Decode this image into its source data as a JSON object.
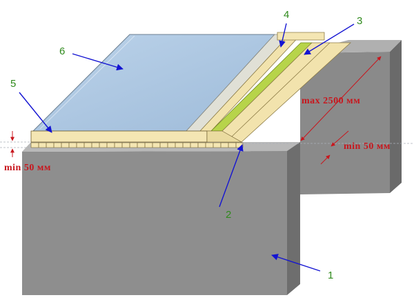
{
  "labels": {
    "n1": "1",
    "n2": "2",
    "n3": "3",
    "n4": "4",
    "n5": "5",
    "n6": "6"
  },
  "dimensions": {
    "max_span": "max 2500 мм",
    "min_right": "min 50 мм",
    "min_left": "min 50 мм"
  },
  "colors": {
    "wall_front": "#8e8e8e",
    "wall_side": "#6e6e6e",
    "wall_top": "#b6b6b6",
    "glass": "#a9c6e2",
    "timber": "#f2e3ad",
    "green_strip": "#b7d44a",
    "grey_strip": "#d9d9cf",
    "arrow": "#1414d2",
    "label_number": "#2f8a1c",
    "dimension_text": "#c8161d"
  }
}
